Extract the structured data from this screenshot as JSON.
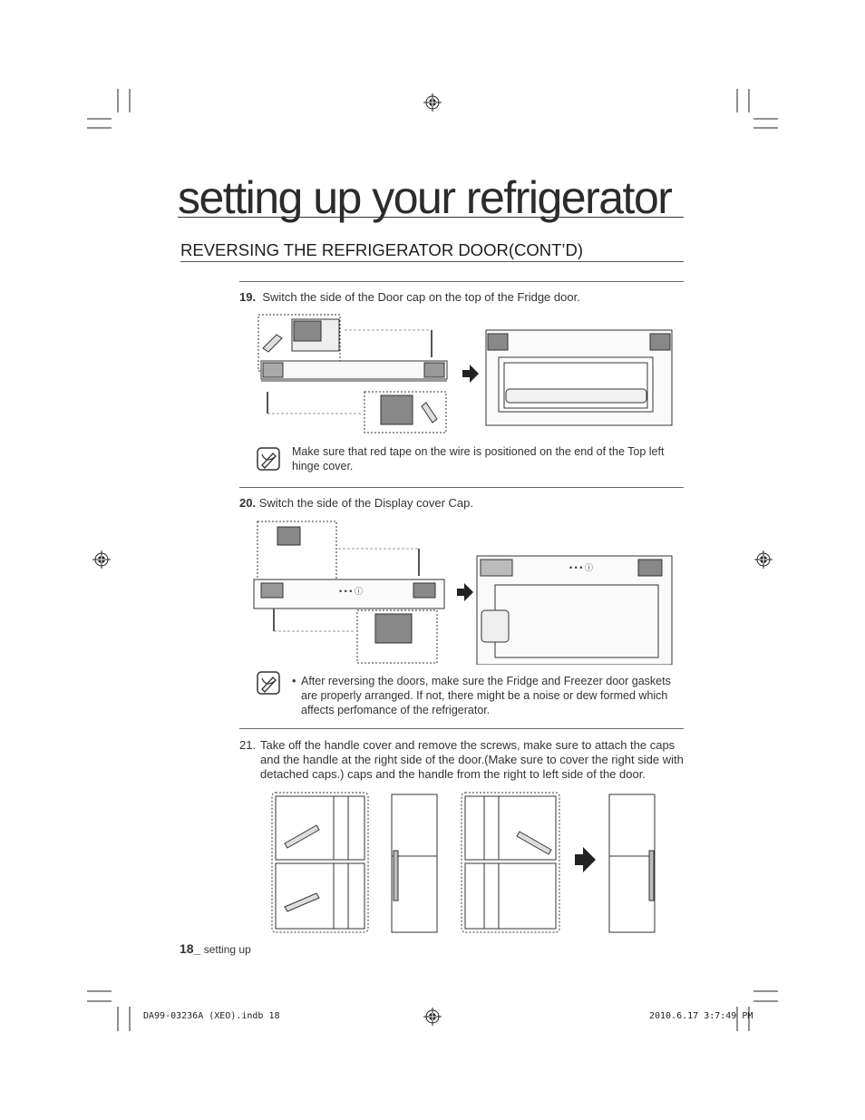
{
  "page": {
    "title": "setting up your refrigerator",
    "section_title": "REVERSING THE REFRIGERATOR DOOR(CONT’D)"
  },
  "steps": [
    {
      "number": "19.",
      "text": "Switch the side of the Door cap on the top of the Fridge door."
    },
    {
      "number": "20.",
      "text": "Switch the side of the Display cover Cap."
    },
    {
      "number": "21.",
      "text": "Take off the handle cover and remove the screws, make sure to attach the caps and the handle at the right side of the door.(Make sure to cover the right side with detached caps.) caps and the handle from the right to left side of the door."
    }
  ],
  "notes": [
    {
      "text": "Make sure that red tape on the wire is positioned on the end of the Top left hinge cover."
    },
    {
      "bullet": "•",
      "text": "After reversing the doors, make sure the Fridge and Freezer door gaskets are properly arranged. If not, there might be a noise or dew formed which affects perfomance of the refrigerator."
    }
  ],
  "footer": {
    "page_number": "18_",
    "section": "setting up"
  },
  "slug": {
    "file": "DA99-03236A (XEO).indb   18",
    "date": "2010.6.17   3:7:49 PM"
  },
  "icons": {
    "note": "note-pencil-icon",
    "registration": "registration-mark-icon",
    "arrow": "arrow-right-icon"
  }
}
